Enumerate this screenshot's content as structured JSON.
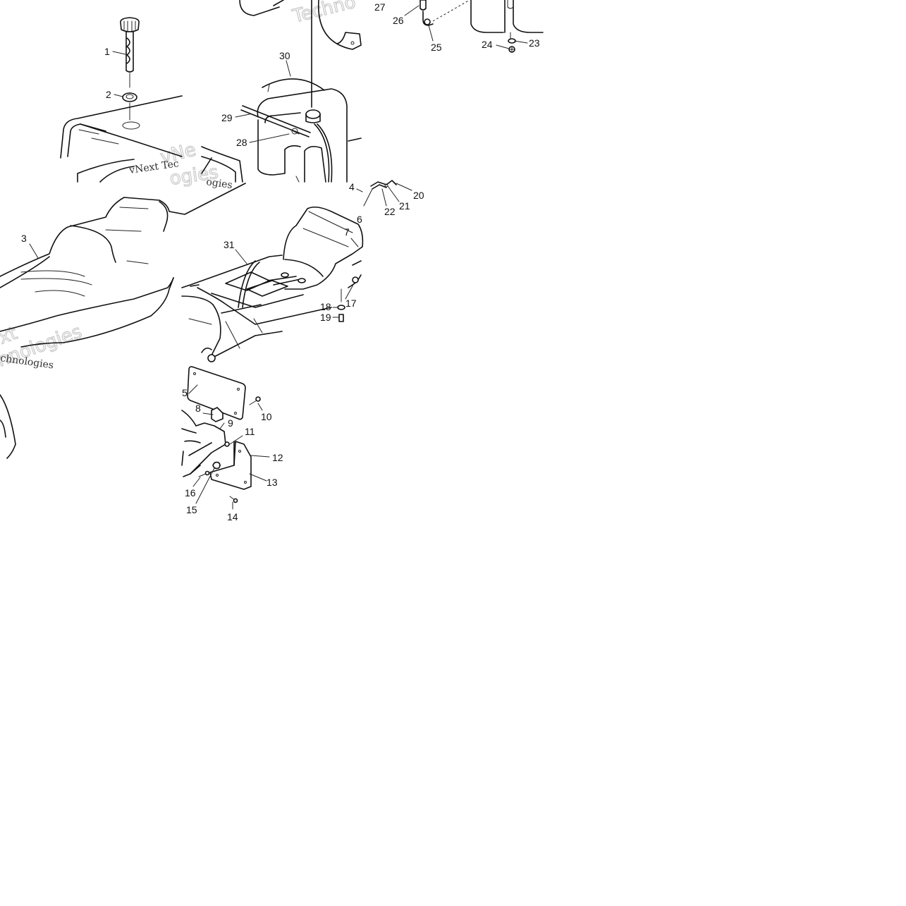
{
  "callouts": [
    {
      "id": "c1",
      "text": "1"
    },
    {
      "id": "c2",
      "text": "2"
    },
    {
      "id": "c3",
      "text": "3"
    },
    {
      "id": "c4",
      "text": "4"
    },
    {
      "id": "c5",
      "text": "5"
    },
    {
      "id": "c6",
      "text": "6"
    },
    {
      "id": "c7",
      "text": "7"
    },
    {
      "id": "c8",
      "text": "8"
    },
    {
      "id": "c9",
      "text": "9"
    },
    {
      "id": "c10",
      "text": "10"
    },
    {
      "id": "c11",
      "text": "11"
    },
    {
      "id": "c12",
      "text": "12"
    },
    {
      "id": "c13",
      "text": "13"
    },
    {
      "id": "c14",
      "text": "14"
    },
    {
      "id": "c15",
      "text": "15"
    },
    {
      "id": "c16",
      "text": "16"
    },
    {
      "id": "c17",
      "text": "17"
    },
    {
      "id": "c18",
      "text": "18"
    },
    {
      "id": "c19",
      "text": "19"
    },
    {
      "id": "c20",
      "text": "20"
    },
    {
      "id": "c21",
      "text": "21"
    },
    {
      "id": "c22",
      "text": "22"
    },
    {
      "id": "c23",
      "text": "23"
    },
    {
      "id": "c24",
      "text": "24"
    },
    {
      "id": "c25",
      "text": "25"
    },
    {
      "id": "c26",
      "text": "26"
    },
    {
      "id": "c27",
      "text": "27"
    },
    {
      "id": "c28",
      "text": "28"
    },
    {
      "id": "c29",
      "text": "29"
    },
    {
      "id": "c30",
      "text": "30"
    },
    {
      "id": "c31",
      "text": "31"
    }
  ],
  "watermark": {
    "line1": "Technologies",
    "line2": "vNext Tec",
    "line3": "ogies",
    "line4": "vNe",
    "line5": "xt",
    "line6": "hnologies",
    "line7": "chnologies",
    "line8": "Techno"
  }
}
